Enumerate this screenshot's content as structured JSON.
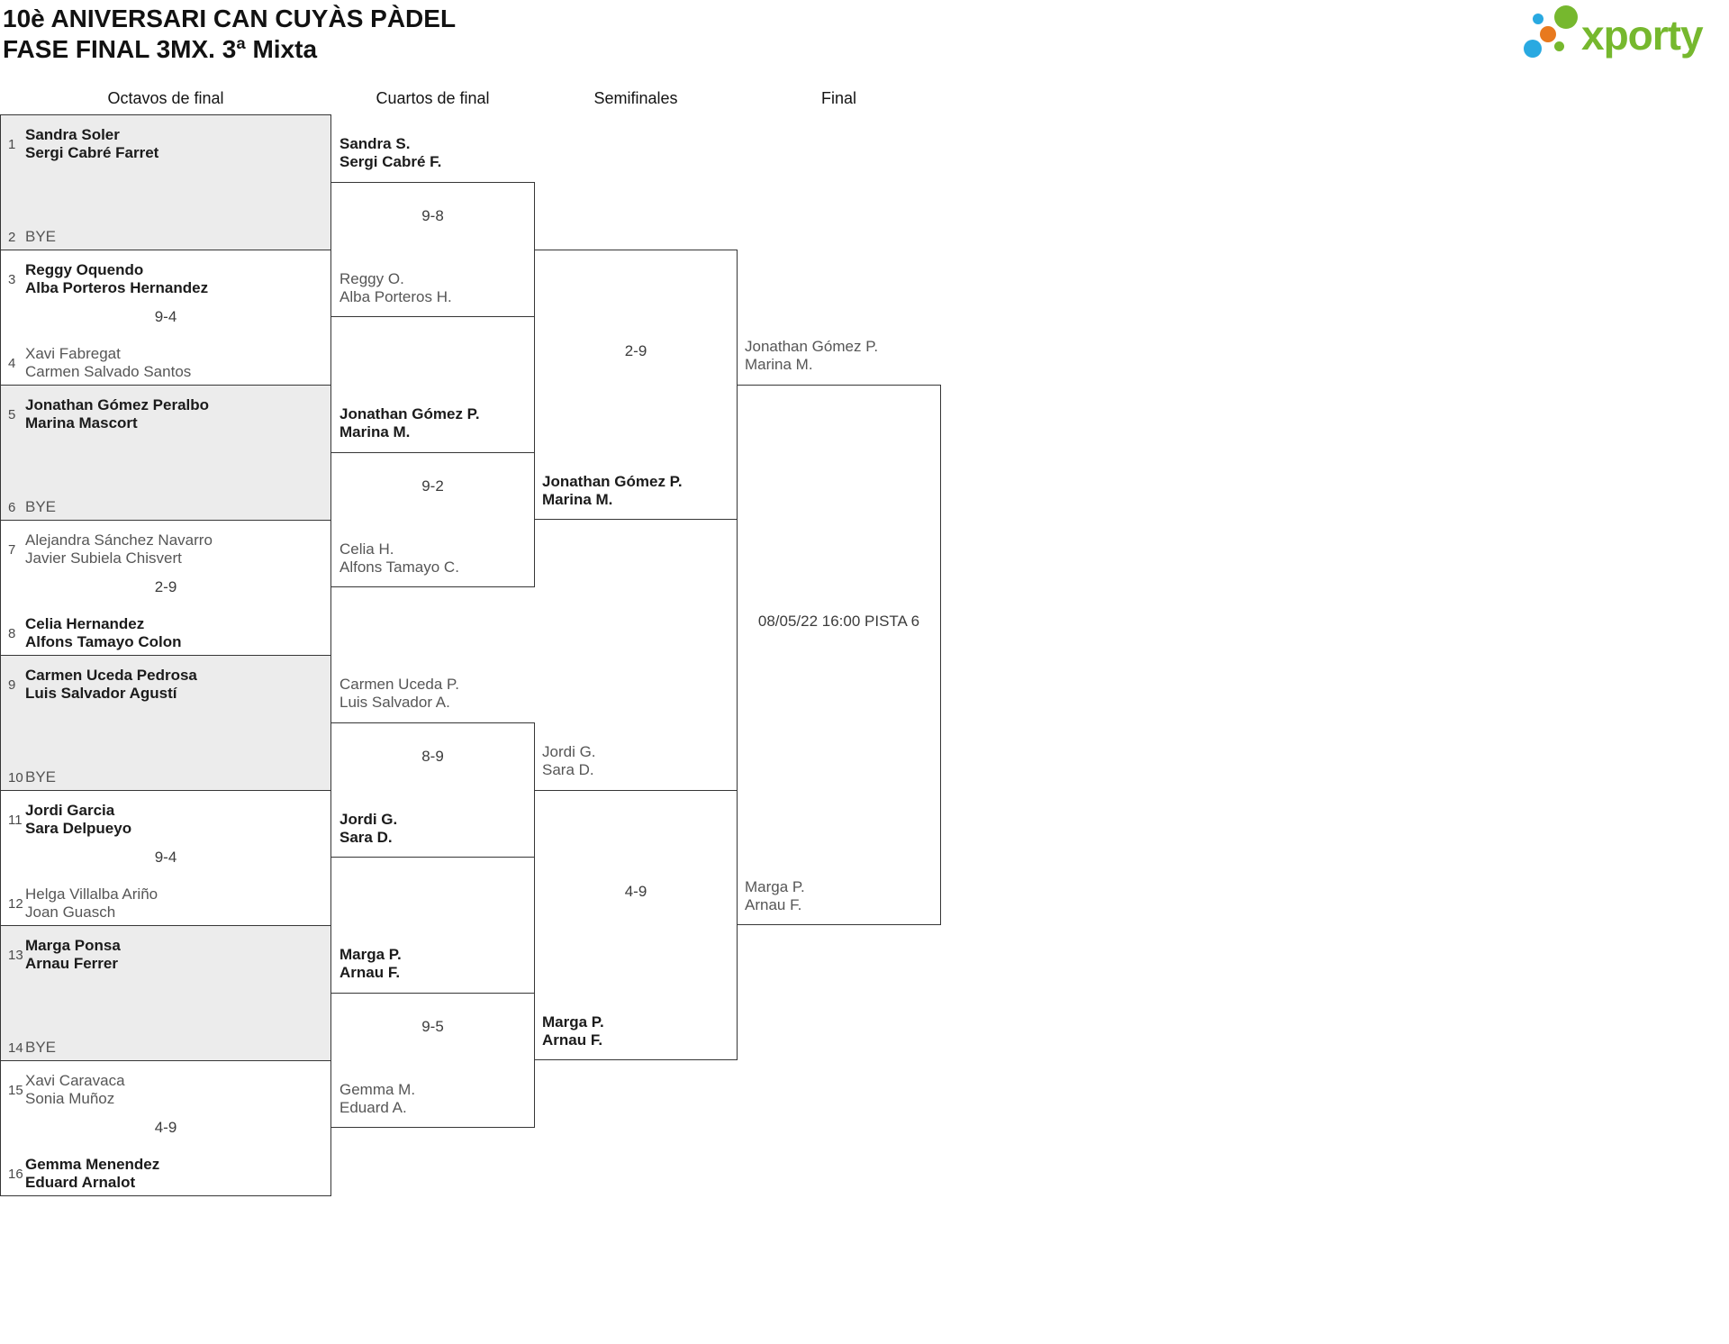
{
  "title": {
    "line1": "10è ANIVERSARI CAN CUYÀS PÀDEL",
    "line2": "FASE FINAL 3MX. 3ª Mixta"
  },
  "logo": {
    "wordmark": "xporty",
    "green": "#76b82e",
    "blue": "#29a9e1",
    "orange": "#e8791e"
  },
  "round_headers": {
    "octavos": "Octavos de final",
    "cuartos": "Cuartos de final",
    "semifinales": "Semifinales",
    "final": "Final"
  },
  "bracket": {
    "octavos": [
      {
        "seed_top": "1",
        "top": [
          "Sandra Soler",
          "Sergi Cabré Farret"
        ],
        "seed_bottom": "2",
        "bottom": [
          "BYE"
        ]
      },
      {
        "seed_top": "3",
        "top": [
          "Reggy Oquendo",
          "Alba Porteros Hernandez"
        ],
        "score": "9-4",
        "seed_bottom": "4",
        "bottom": [
          "Xavi Fabregat",
          "Carmen Salvado Santos"
        ]
      },
      {
        "seed_top": "5",
        "top": [
          "Jonathan Gómez Peralbo",
          "Marina Mascort"
        ],
        "seed_bottom": "6",
        "bottom": [
          "BYE"
        ]
      },
      {
        "seed_top": "7",
        "top": [
          "Alejandra Sánchez Navarro",
          "Javier Subiela Chisvert"
        ],
        "score": "2-9",
        "seed_bottom": "8",
        "bottom": [
          "Celia Hernandez",
          "Alfons Tamayo Colon"
        ]
      },
      {
        "seed_top": "9",
        "top": [
          "Carmen Uceda Pedrosa",
          "Luis Salvador Agustí"
        ],
        "seed_bottom": "10",
        "bottom": [
          "BYE"
        ]
      },
      {
        "seed_top": "11",
        "top": [
          "Jordi Garcia",
          "Sara Delpueyo"
        ],
        "score": "9-4",
        "seed_bottom": "12",
        "bottom": [
          "Helga Villalba Ariño",
          "Joan Guasch"
        ]
      },
      {
        "seed_top": "13",
        "top": [
          "Marga Ponsa",
          "Arnau Ferrer"
        ],
        "seed_bottom": "14",
        "bottom": [
          "BYE"
        ]
      },
      {
        "seed_top": "15",
        "top": [
          "Xavi Caravaca",
          "Sonia Muñoz"
        ],
        "score": "4-9",
        "seed_bottom": "16",
        "bottom": [
          "Gemma Menendez",
          "Eduard Arnalot"
        ]
      }
    ],
    "cuartos": [
      {
        "top": [
          "Sandra S.",
          "Sergi Cabré F."
        ],
        "score": "9-8",
        "bottom": [
          "Reggy O.",
          "Alba Porteros H."
        ]
      },
      {
        "top": [
          "Jonathan Gómez P.",
          "Marina M."
        ],
        "score": "9-2",
        "bottom": [
          "Celia H.",
          "Alfons Tamayo C."
        ]
      },
      {
        "top": [
          "Carmen Uceda P.",
          "Luis Salvador A."
        ],
        "score": "8-9",
        "bottom": [
          "Jordi G.",
          "Sara D."
        ]
      },
      {
        "top": [
          "Marga P.",
          "Arnau F."
        ],
        "score": "9-5",
        "bottom": [
          "Gemma M.",
          "Eduard A."
        ]
      }
    ],
    "semifinales": [
      {
        "top": [],
        "score": "2-9",
        "bottom": [
          "Jonathan Gómez P.",
          "Marina M."
        ]
      },
      {
        "top": [
          "Jordi G.",
          "Sara D."
        ],
        "score": "4-9",
        "bottom": [
          "Marga P.",
          "Arnau F."
        ]
      }
    ],
    "final": {
      "top": [
        "Jonathan Gómez P.",
        "Marina M."
      ],
      "info": "08/05/22 16:00 PISTA 6",
      "bottom": [
        "Marga P.",
        "Arnau F."
      ]
    }
  },
  "styles": {
    "border_color": "#363636",
    "alt_box_bg": "#ececec",
    "winner_text": "#1b1b1b",
    "normal_text": "#565656"
  }
}
